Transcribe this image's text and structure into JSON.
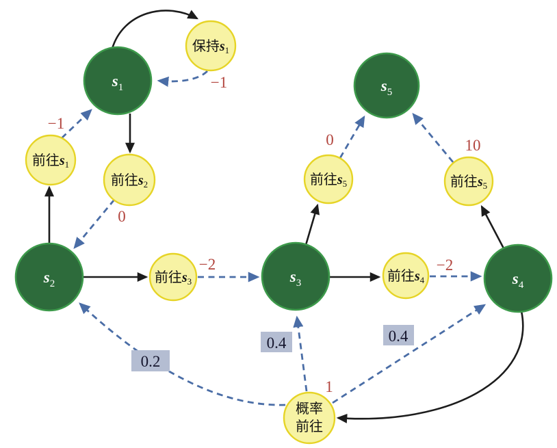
{
  "colors": {
    "background": "#ffffff",
    "state_fill": "#2d6b3b",
    "state_stroke": "#3d9a4b",
    "action_fill": "#f7f3a4",
    "action_stroke": "#e6d426",
    "black_edge": "#1c1c1c",
    "blue_edge": "#4a6da6",
    "reward_text": "#b2453e",
    "prob_box_bg": "#b4bdd2",
    "prob_text": "#15152d",
    "state_text": "#ffffff",
    "action_text": "#141414"
  },
  "states": [
    {
      "var": "s",
      "sub": "1"
    },
    {
      "var": "s",
      "sub": "2"
    },
    {
      "var": "s",
      "sub": "3"
    },
    {
      "var": "s",
      "sub": "4"
    },
    {
      "var": "s",
      "sub": "5"
    }
  ],
  "actions": {
    "keep_s1": {
      "prefix": "保持",
      "var": "s",
      "sub": "1"
    },
    "goto_s1": {
      "prefix": "前往",
      "var": "s",
      "sub": "1"
    },
    "goto_s2": {
      "prefix": "前往",
      "var": "s",
      "sub": "2"
    },
    "goto_s3": {
      "prefix": "前往",
      "var": "s",
      "sub": "3"
    },
    "goto_s4": {
      "prefix": "前往",
      "var": "s",
      "sub": "4"
    },
    "goto_s5_a": {
      "prefix": "前往",
      "var": "s",
      "sub": "5"
    },
    "goto_s5_b": {
      "prefix": "前往",
      "var": "s",
      "sub": "5"
    },
    "prob_goto": {
      "line1": "概率",
      "line2": "前往"
    }
  },
  "rewards": {
    "keep_s1": "−1",
    "goto_s1": "−1",
    "goto_s2": "0",
    "goto_s3": "−2",
    "goto_s4": "−2",
    "goto_s5_a": "0",
    "goto_s5_b": "10",
    "prob_goto": "1"
  },
  "probabilities": {
    "to_s2": "0.2",
    "to_s3": "0.4",
    "to_s4": "0.4"
  }
}
